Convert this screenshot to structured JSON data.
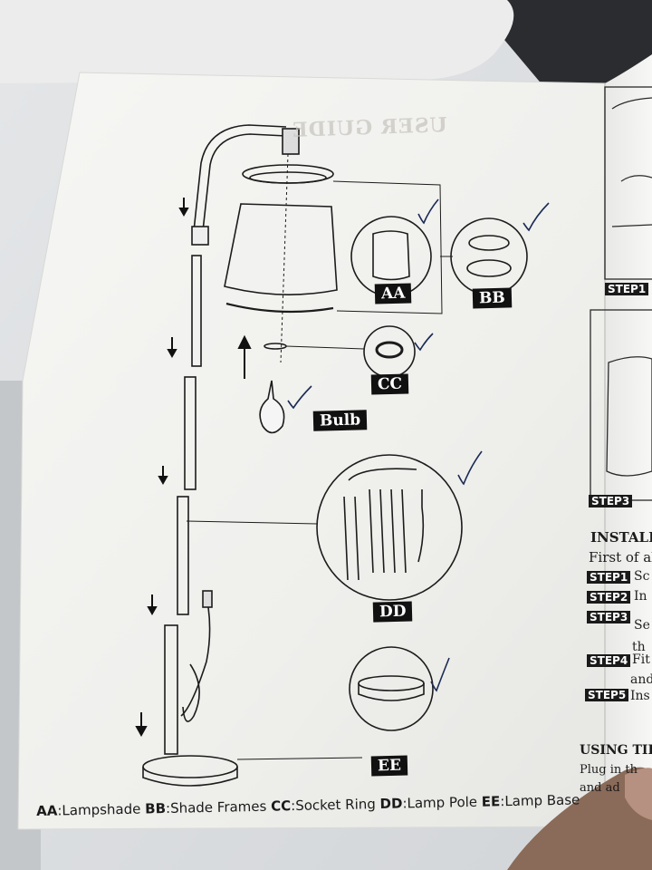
{
  "labels": {
    "aa": "AA",
    "bb": "BB",
    "cc": "CC",
    "bulb": "Bulb",
    "dd": "DD",
    "ee": "EE"
  },
  "ghost_heading": "USER GUIDE",
  "legend": [
    {
      "code": "AA",
      "text": ":Lampshade "
    },
    {
      "code": "BB",
      "text": ":Shade Frames "
    },
    {
      "code": "CC",
      "text": ":Socket Ring "
    },
    {
      "code": "DD",
      "text": ":Lamp Pole "
    },
    {
      "code": "EE",
      "text": ":Lamp Base"
    }
  ],
  "right_page": {
    "step_tabs": [
      "STEP1",
      "STEP3"
    ],
    "section_heading": "INSTALLA",
    "intro": "First of al",
    "steps": [
      {
        "tab": "STEP1",
        "text": "Sc"
      },
      {
        "tab": "STEP2",
        "text": "In"
      },
      {
        "tab": "STEP3",
        "text": "Se"
      },
      {
        "tab": "",
        "text": "th"
      },
      {
        "tab": "STEP4",
        "text": "Fit"
      },
      {
        "tab": "",
        "text": "and"
      },
      {
        "tab": "STEP5",
        "text": "Ins"
      }
    ],
    "tips_heading": "USING TIP",
    "tips_lines": [
      "Plug in th",
      "and ad"
    ]
  },
  "colors": {
    "paper": "#f4f4f2",
    "ink": "#1c1c1c",
    "label_bg": "#111111",
    "background": "#cfd3d6"
  }
}
